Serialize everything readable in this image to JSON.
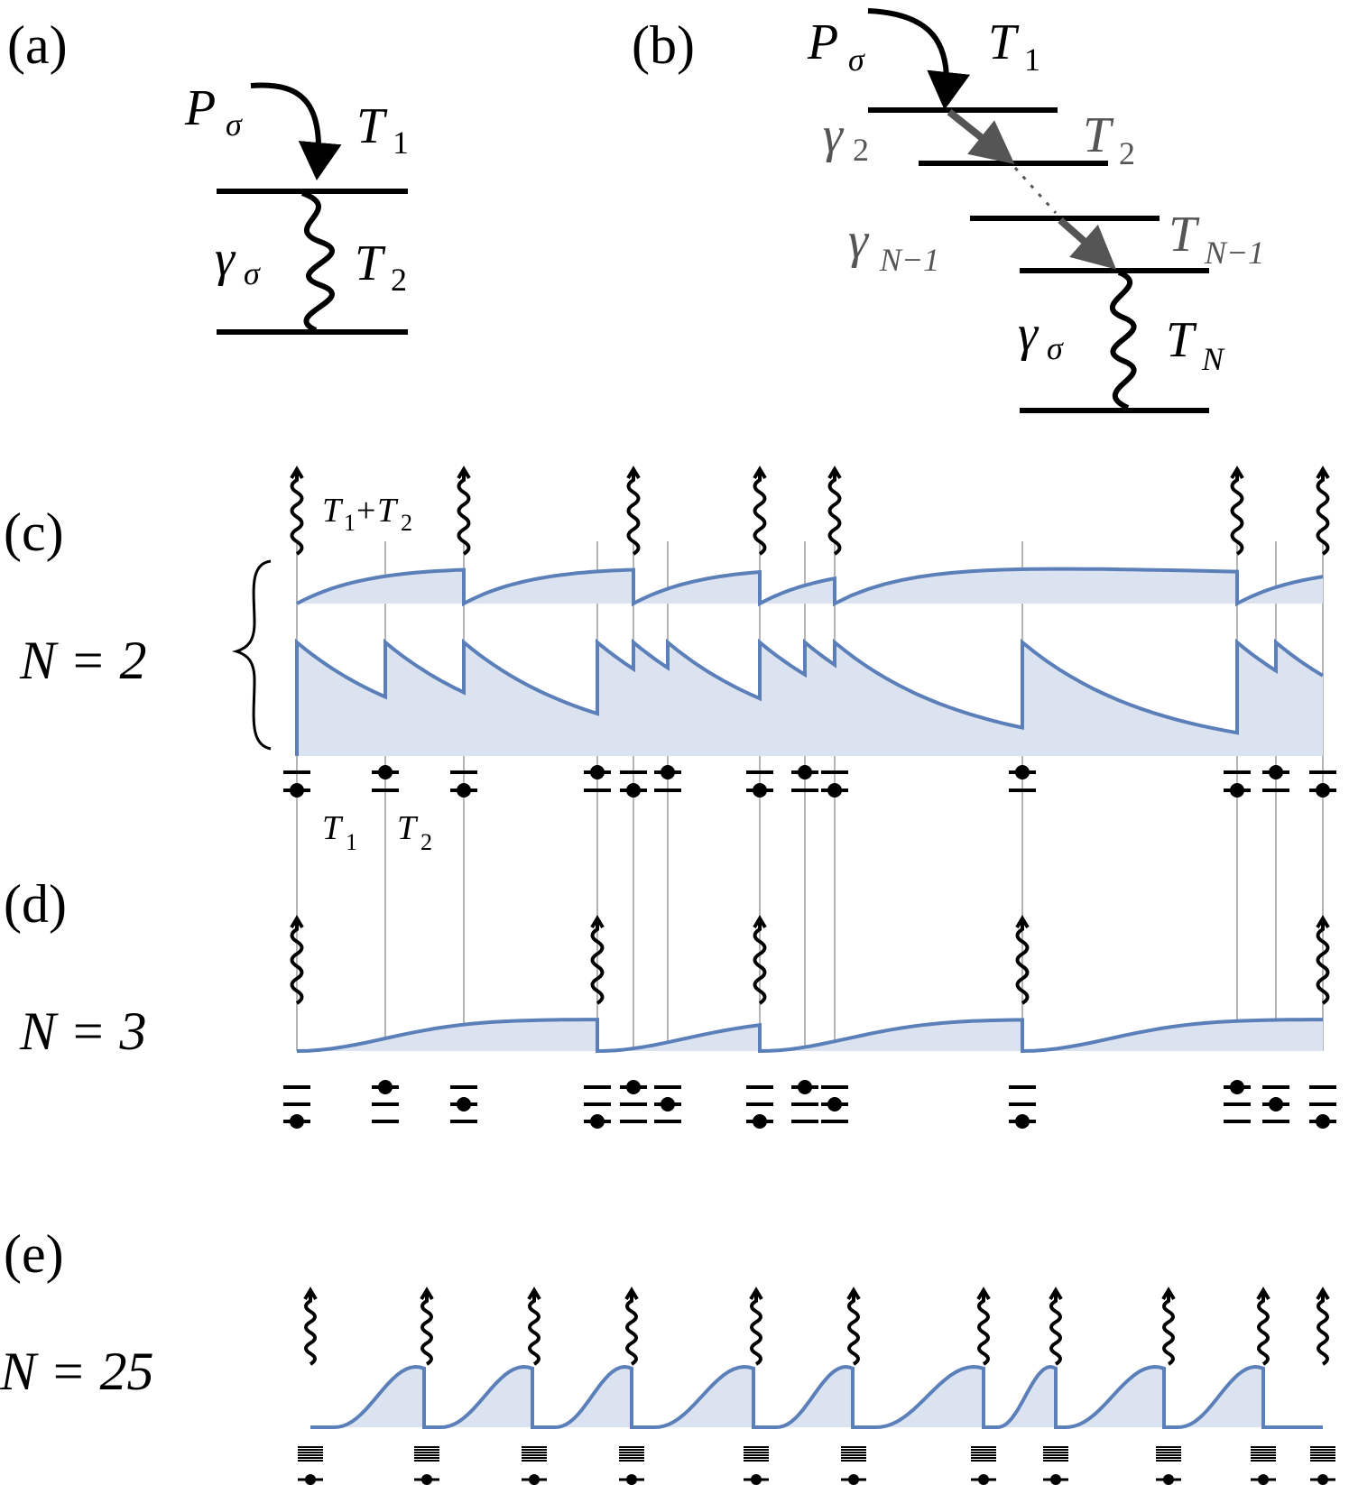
{
  "panels": {
    "a": {
      "label": "(a)",
      "pump": "P",
      "pump_sub": "σ",
      "upper": "T",
      "upper_sub": "1",
      "rate": "γ",
      "rate_sub": "σ",
      "lower": "T",
      "lower_sub": "2"
    },
    "b": {
      "label": "(b)",
      "pump": "P",
      "pump_sub": "σ",
      "t1": "T",
      "t1_sub": "1",
      "gamma2": "γ",
      "gamma2_sub": "2",
      "t2": "T",
      "t2_sub": "2",
      "gammaN1": "γ",
      "gammaN1_sub": "N−1",
      "tN1": "T",
      "tN1_sub": "N−1",
      "gammasig": "γ",
      "gammasig_sub": "σ",
      "tN": "T",
      "tN_sub": "N"
    },
    "c": {
      "label": "(c)",
      "n_label": "N = 2",
      "sum_label_t1": "T",
      "sum_label_t1_sub": "1",
      "sum_plus": "+",
      "sum_label_t2": "T",
      "sum_label_t2_sub": "2",
      "t1": "T",
      "t1_sub": "1",
      "t2": "T",
      "t2_sub": "2"
    },
    "d": {
      "label": "(d)",
      "n_label": "N = 3"
    },
    "e": {
      "label": "(e)",
      "n_label": "N = 25"
    }
  },
  "colors": {
    "curve": "#5b7fb9",
    "fill": "#dbe2f0",
    "ink": "#000000",
    "gray_ink": "#555555",
    "guide": "#b5b5b5"
  }
}
